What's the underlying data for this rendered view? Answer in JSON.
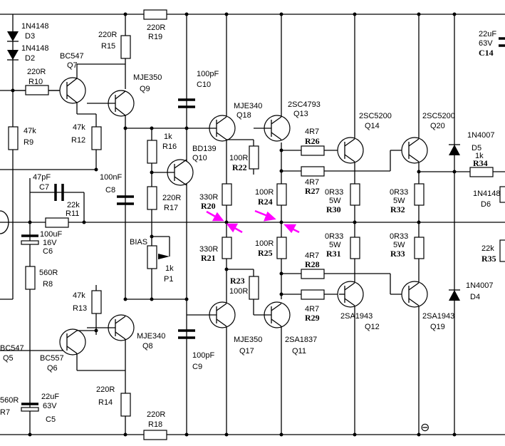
{
  "components": {
    "D3": {
      "ref": "D3",
      "value": "1N4148"
    },
    "D2": {
      "ref": "D2",
      "value": "1N4148"
    },
    "R10": {
      "ref": "R10",
      "value": "220R"
    },
    "Q7": {
      "ref": "Q7",
      "value": "BC547"
    },
    "R15": {
      "ref": "R15",
      "value": "220R"
    },
    "R19": {
      "ref": "R19",
      "value": "220R"
    },
    "Q9": {
      "ref": "Q9",
      "value": "MJE350"
    },
    "C10": {
      "ref": "C10",
      "value": "100pF"
    },
    "R9": {
      "ref": "R9",
      "value": "47k"
    },
    "R12": {
      "ref": "R12",
      "value": "47k"
    },
    "Q18": {
      "ref": "Q18",
      "value": "MJE340"
    },
    "Q13": {
      "ref": "Q13",
      "value": "2SC4793"
    },
    "Q14": {
      "ref": "Q14",
      "value": "2SC5200"
    },
    "Q20": {
      "ref": "Q20",
      "value": "2SC5200"
    },
    "C14": {
      "ref": "C14",
      "value": "22uF",
      "value2": "63V"
    },
    "R16": {
      "ref": "R16",
      "value": "1k"
    },
    "Q10": {
      "ref": "Q10",
      "value": "BD139"
    },
    "R26": {
      "ref": "R26",
      "value": "4R7"
    },
    "R22": {
      "ref": "R22",
      "value": "100R"
    },
    "D5": {
      "ref": "D5",
      "value": "1N4007"
    },
    "R34": {
      "ref": "R34",
      "value": "1k"
    },
    "C7": {
      "ref": "C7",
      "value": "47pF"
    },
    "C8": {
      "ref": "C8",
      "value": "100nF"
    },
    "R27": {
      "ref": "R27",
      "value": "4R7"
    },
    "R17": {
      "ref": "R17",
      "value": "220R"
    },
    "R30": {
      "ref": "R30",
      "value": "0R33",
      "value2": "5W"
    },
    "R32": {
      "ref": "R32",
      "value": "0R33",
      "value2": "5W"
    },
    "D6": {
      "ref": "D6",
      "value": "1N4148"
    },
    "R11": {
      "ref": "R11",
      "value": "22k"
    },
    "R20": {
      "ref": "R20",
      "value": "330R"
    },
    "R24": {
      "ref": "R24",
      "value": "100R"
    },
    "C6": {
      "ref": "C6",
      "value": "100uF",
      "value2": "16V"
    },
    "BIAS": {
      "label": "BIAS"
    },
    "R31": {
      "ref": "R31",
      "value": "0R33",
      "value2": "5W"
    },
    "R33": {
      "ref": "R33",
      "value": "0R33",
      "value2": "5W"
    },
    "R21": {
      "ref": "R21",
      "value": "330R"
    },
    "R25": {
      "ref": "R25",
      "value": "100R"
    },
    "R28": {
      "ref": "R28",
      "value": "4R7"
    },
    "R35": {
      "ref": "R35",
      "value": "22k"
    },
    "P1": {
      "ref": "P1",
      "value": "1k"
    },
    "R8": {
      "ref": "R8",
      "value": "560R"
    },
    "R23": {
      "ref": "R23",
      "value": "100R"
    },
    "D4": {
      "ref": "D4",
      "value": "1N4007"
    },
    "R13": {
      "ref": "R13",
      "value": "47k"
    },
    "R29": {
      "ref": "R29",
      "value": "4R7"
    },
    "Q8": {
      "ref": "Q8",
      "value": "MJE340"
    },
    "Q17": {
      "ref": "Q17",
      "value": "MJE350"
    },
    "Q11": {
      "ref": "Q11",
      "value": "2SA1837"
    },
    "Q12": {
      "ref": "Q12",
      "value": "2SA1943"
    },
    "Q19": {
      "ref": "Q19",
      "value": "2SA1943"
    },
    "Q5": {
      "ref": "Q5",
      "value": "BC547"
    },
    "Q6": {
      "ref": "Q6",
      "value": "BC557"
    },
    "C9": {
      "ref": "C9",
      "value": "100pF"
    },
    "R14": {
      "ref": "R14",
      "value": "220R"
    },
    "R7": {
      "ref": "R7",
      "value": "560R"
    },
    "C5": {
      "ref": "C5",
      "value": "22uF",
      "value2": "63V"
    },
    "R18": {
      "ref": "R18",
      "value": "220R"
    }
  },
  "icons": {
    "zoom": "zoom-out-icon",
    "zoom_glyph": "⊖"
  }
}
